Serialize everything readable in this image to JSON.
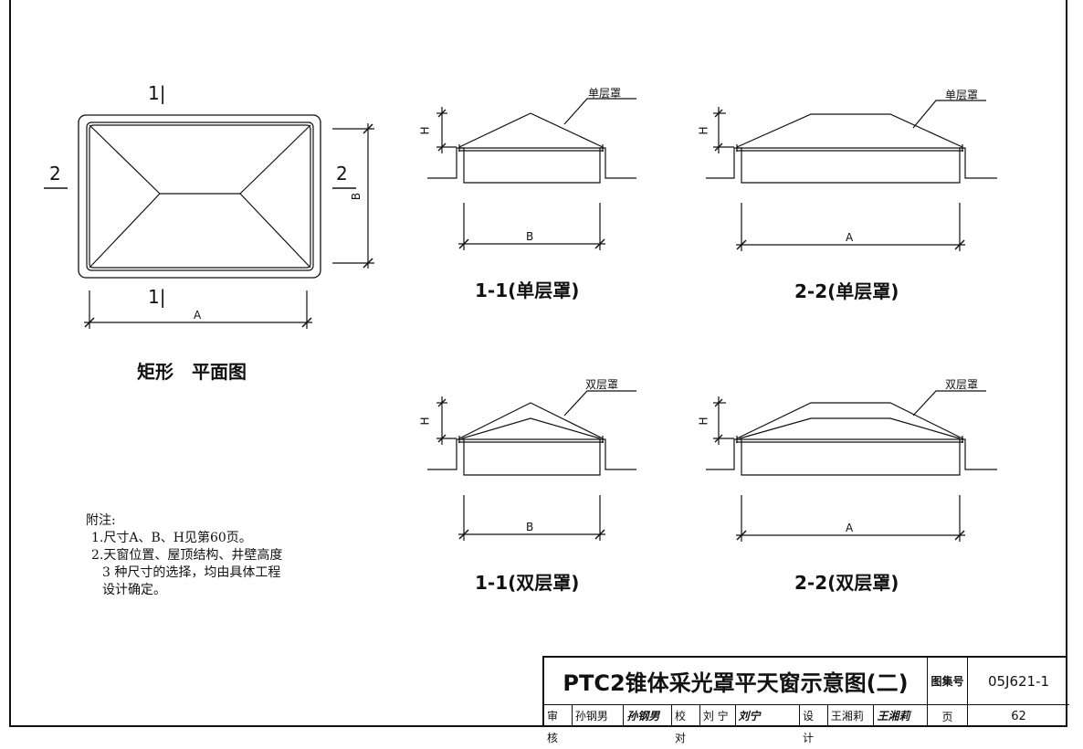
{
  "plan": {
    "title": "矩形　平面图",
    "section_mark_1_top": "1|",
    "section_mark_1_bottom": "1|",
    "section_mark_2_left": "2",
    "section_mark_2_right": "2",
    "dim_a": "A",
    "dim_b": "B"
  },
  "sections": [
    {
      "id": "s11-single",
      "label": "1-1(单层罩)",
      "callout": "单层罩",
      "dim_h": "H",
      "dim_base": "B"
    },
    {
      "id": "s22-single",
      "label": "2-2(单层罩)",
      "callout": "单层罩",
      "dim_h": "H",
      "dim_base": "A"
    },
    {
      "id": "s11-double",
      "label": "1-1(双层罩)",
      "callout": "双层罩",
      "dim_h": "H",
      "dim_base": "B"
    },
    {
      "id": "s22-double",
      "label": "2-2(双层罩)",
      "callout": "双层罩",
      "dim_h": "H",
      "dim_base": "A"
    }
  ],
  "notes": {
    "heading": "附注:",
    "items": [
      "1.尺寸A、B、H见第60页。",
      "2.天窗位置、屋顶结构、井壁高度",
      "  3 种尺寸的选择，均由具体工程",
      "  设计确定。"
    ]
  },
  "title_block": {
    "title": "PTC2锥体采光罩平天窗示意图(二)",
    "atlas_label": "图集号",
    "atlas_value": "05J621-1",
    "page_label": "页",
    "page_value": "62",
    "review_label": "审核",
    "reviewer": "孙钢男",
    "reviewer_sig": "孙钢男",
    "check_label": "校对",
    "checker": "刘 宁",
    "checker_sig": "刘宁",
    "design_label": "设计",
    "designer": "王湘莉",
    "designer_sig": "王湘莉"
  }
}
